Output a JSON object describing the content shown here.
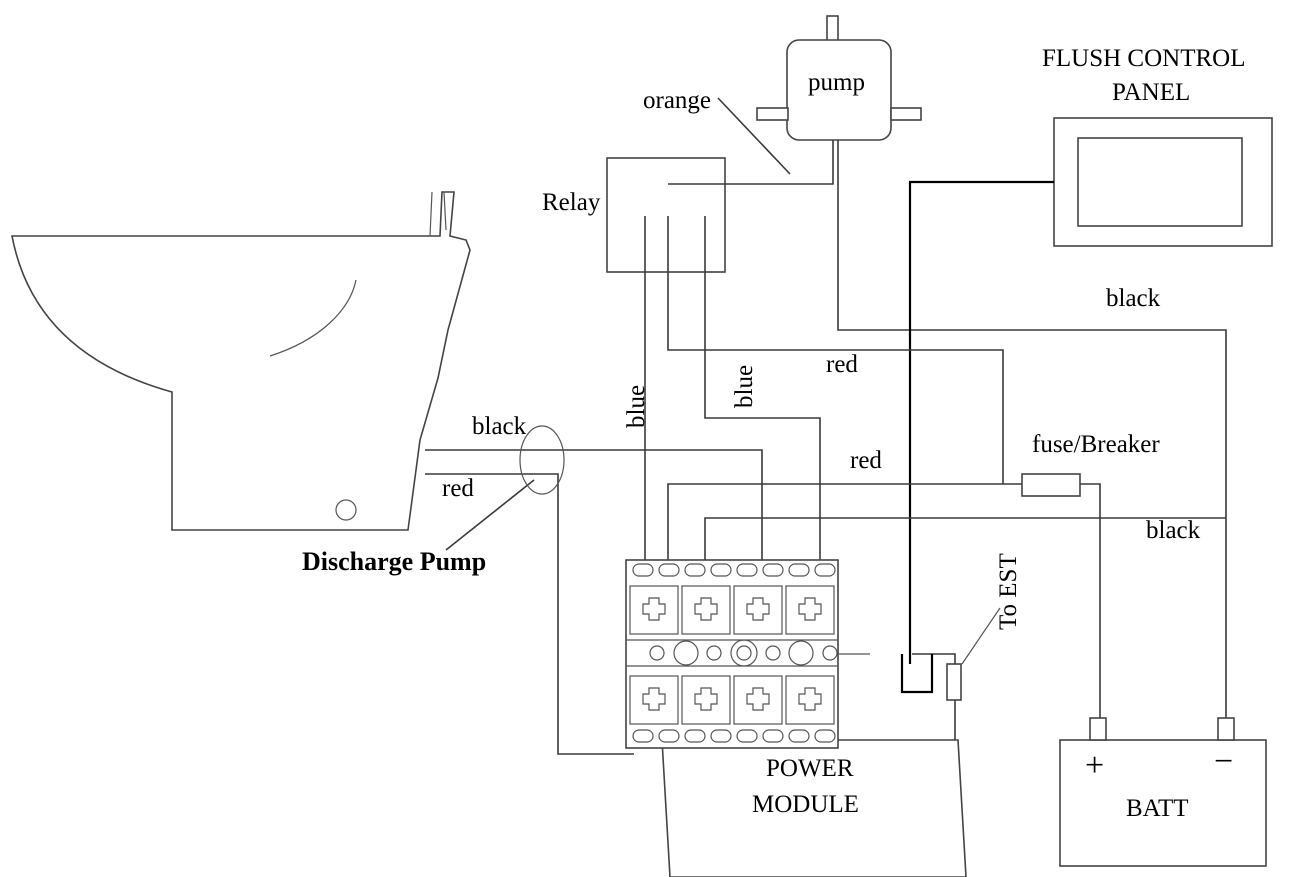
{
  "labels": {
    "flush_panel_line1": "FLUSH CONTROL",
    "flush_panel_line2": "PANEL",
    "pump": "pump",
    "orange": "orange",
    "relay": "Relay",
    "black_top": "black",
    "red_mid": "red",
    "blue_left": "blue",
    "blue_right": "blue",
    "black_toilet": "black",
    "red_toilet": "red",
    "red_fuse": "red",
    "fuse_breaker": "fuse/Breaker",
    "black_right": "black",
    "discharge_pump": "Discharge Pump",
    "to_est": "To EST",
    "power_module_line1": "POWER",
    "power_module_line2": "MODULE",
    "battery": "BATT",
    "battery_plus": "+",
    "battery_minus": "−"
  },
  "colors": {
    "wire": "#3a3a3a",
    "background": "#ffffff"
  }
}
